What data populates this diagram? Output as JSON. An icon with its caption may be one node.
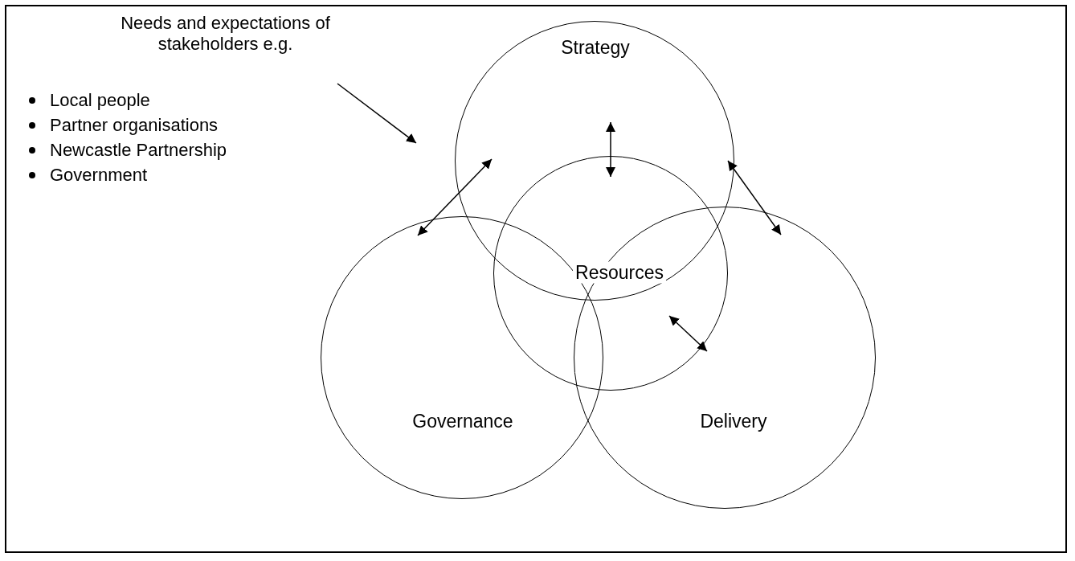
{
  "diagram": {
    "nodes": [
      {
        "text": [
          "Needs and expectations of stakeholders e.g.",
          "Local people",
          "Partner organisations",
          "Newcastle Partnership",
          "Government"
        ]
      },
      {
        "text": [
          "Strategy"
        ]
      },
      {
        "text": [
          "Governance"
        ]
      },
      {
        "text": [
          "Delivery"
        ]
      },
      {
        "text": [
          "Resources"
        ]
      }
    ],
    "edges": [
      {
        "from": 0,
        "to": 1,
        "arrow": "to"
      },
      {
        "from": 1,
        "to": 4,
        "arrow": "both"
      },
      {
        "from": 2,
        "to": 1,
        "arrow": "both"
      },
      {
        "from": 1,
        "to": 3,
        "arrow": "both"
      },
      {
        "from": 4,
        "to": 3,
        "arrow": "both"
      }
    ]
  }
}
